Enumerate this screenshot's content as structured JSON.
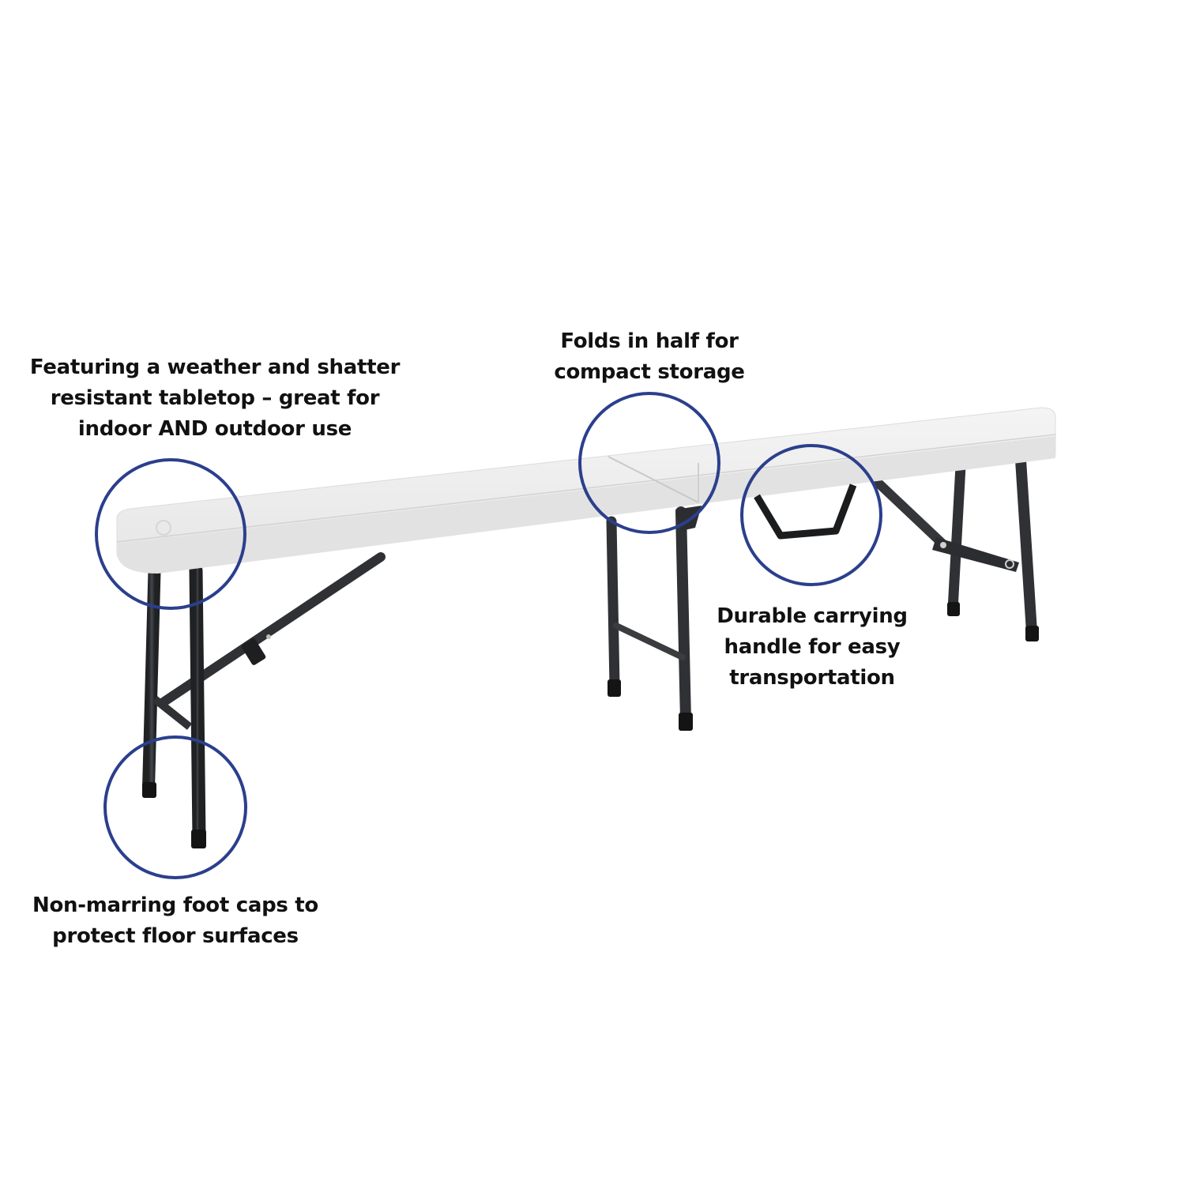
{
  "product": {
    "name": "folding bench",
    "colors": {
      "tabletop": "#ececec",
      "tabletop_edge": "#d9d9d9",
      "frame": "#2f3134",
      "foot_cap": "#141414",
      "callout_circle": "#2b3f8c",
      "text": "#111111",
      "background": "#ffffff"
    }
  },
  "callouts": [
    {
      "id": "tabletop",
      "lines": [
        "Featuring a weather and shatter",
        "resistant tabletop – great for",
        "indoor AND outdoor use"
      ]
    },
    {
      "id": "fold",
      "lines": [
        "Folds in half for",
        "compact storage"
      ]
    },
    {
      "id": "handle",
      "lines": [
        "Durable carrying",
        "handle for easy",
        "transportation"
      ]
    },
    {
      "id": "foot-caps",
      "lines": [
        "Non-marring foot caps to",
        "protect floor surfaces"
      ]
    }
  ]
}
